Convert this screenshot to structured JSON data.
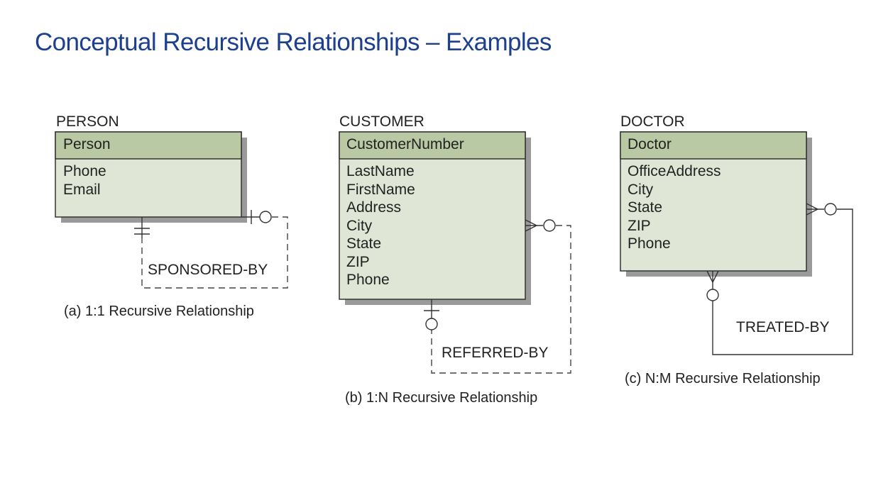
{
  "title": "Conceptual Recursive Relationships – Examples",
  "examples": [
    {
      "entity": "PERSON",
      "key": "Person",
      "attributes": [
        "Phone",
        "Email"
      ],
      "relationship": "SPONSORED-BY",
      "caption": "(a) 1:1 Recursive Relationship"
    },
    {
      "entity": "CUSTOMER",
      "key": "CustomerNumber",
      "attributes": [
        "LastName",
        "FirstName",
        "Address",
        "City",
        "State",
        "ZIP",
        "Phone"
      ],
      "relationship": "REFERRED-BY",
      "caption": "(b) 1:N Recursive Relationship"
    },
    {
      "entity": "DOCTOR",
      "key": "Doctor",
      "attributes": [
        "OfficeAddress",
        "City",
        "State",
        "ZIP",
        "Phone"
      ],
      "relationship": "TREATED-BY",
      "caption": "(c) N:M Recursive Relationship"
    }
  ],
  "colors": {
    "title": "#1c3f8f",
    "entity_header": "#b8c9a4",
    "entity_body": "#dfe6d5"
  }
}
